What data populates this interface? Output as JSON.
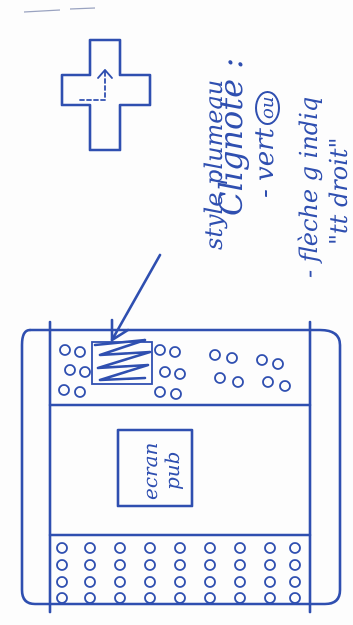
{
  "sketch": {
    "note_button": "style plumeau",
    "note_blink_title": "Clignote :",
    "note_blink_line1": "- vert",
    "note_blink_or": "ou",
    "note_arrow_line": "- flèche g indiq",
    "note_arrow_line2": "\"tt droit\"",
    "screen_label_line1": "ecran",
    "screen_label_line2": "pub",
    "ink_color": "#2f4fb0"
  }
}
